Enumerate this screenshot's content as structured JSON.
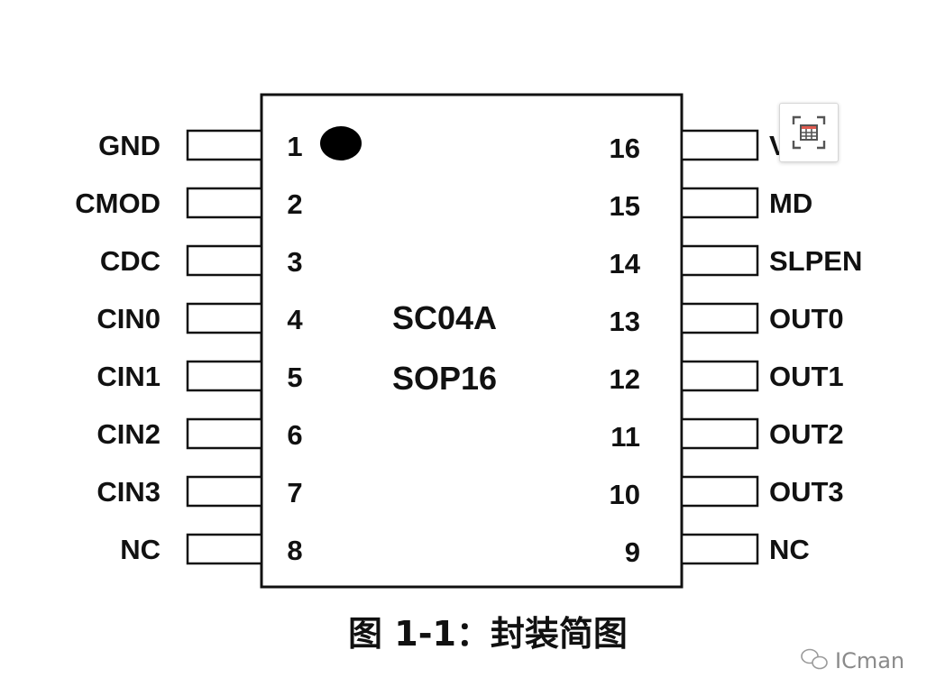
{
  "chip": {
    "name": "SC04A",
    "package": "SOP16"
  },
  "left_pins": [
    {
      "number": "1",
      "label": "GND"
    },
    {
      "number": "2",
      "label": "CMOD"
    },
    {
      "number": "3",
      "label": "CDC"
    },
    {
      "number": "4",
      "label": "CIN0"
    },
    {
      "number": "5",
      "label": "CIN1"
    },
    {
      "number": "6",
      "label": "CIN2"
    },
    {
      "number": "7",
      "label": "CIN3"
    },
    {
      "number": "8",
      "label": "NC"
    }
  ],
  "right_pins": [
    {
      "number": "16",
      "label": "V"
    },
    {
      "number": "15",
      "label": "MD"
    },
    {
      "number": "14",
      "label": "SLPEN"
    },
    {
      "number": "13",
      "label": "OUT0"
    },
    {
      "number": "12",
      "label": "OUT1"
    },
    {
      "number": "11",
      "label": "OUT2"
    },
    {
      "number": "10",
      "label": "OUT3"
    },
    {
      "number": "9",
      "label": "NC"
    }
  ],
  "caption": "图 1-1：封装简图",
  "watermark": "ICman",
  "overlay": {
    "icon": "table-extract-icon",
    "accent_color": "#e05a4f",
    "icon_color": "#555555"
  }
}
